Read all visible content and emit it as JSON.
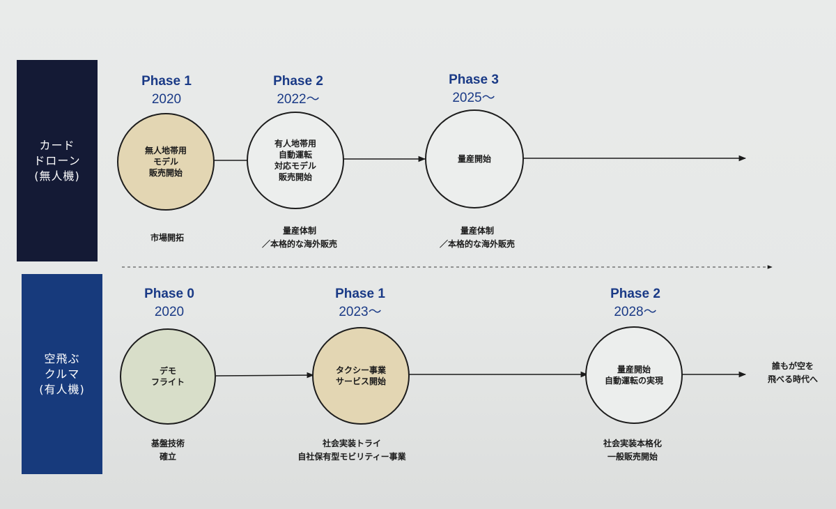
{
  "drone": {
    "side_label": "カード\nドローン\n(無人機)",
    "phases": [
      {
        "label": "Phase 1",
        "year": "2020",
        "circle": "無人地帯用\nモデル\n販売開始",
        "circle_color": "#e3d6b3",
        "note": "市場開拓"
      },
      {
        "label": "Phase 2",
        "year": "2022～",
        "circle": "有人地帯用\n自動運転\n対応モデル\n販売開始",
        "circle_color": "#eceeed",
        "note": "量産体制\n／本格的な海外販売"
      },
      {
        "label": "Phase 3",
        "year": "2025～",
        "circle": "量産開始",
        "circle_color": "#eceeed",
        "note": "量産体制\n／本格的な海外販売"
      }
    ]
  },
  "car": {
    "side_label": "空飛ぶ\nクルマ\n(有人機)",
    "phases": [
      {
        "label": "Phase 0",
        "year": "2020",
        "circle": "デモ\nフライト",
        "circle_color": "#d8dec9",
        "note": "基盤技術\n確立"
      },
      {
        "label": "Phase 1",
        "year": "2023～",
        "circle": "タクシー事業\nサービス開始",
        "circle_color": "#e3d6b3",
        "note": "社会実装トライ\n自社保有型モビリティー事業"
      },
      {
        "label": "Phase 2",
        "year": "2028～",
        "circle": "量産開始\n自動運転の実現",
        "circle_color": "#eceeed",
        "note": "社会実装本格化\n一般販売開始"
      }
    ],
    "final": "誰もが空を\n飛べる時代へ"
  },
  "colors": {
    "accent": "#1a3a86",
    "drone_panel": "#141a35",
    "car_panel": "#173a7c"
  }
}
